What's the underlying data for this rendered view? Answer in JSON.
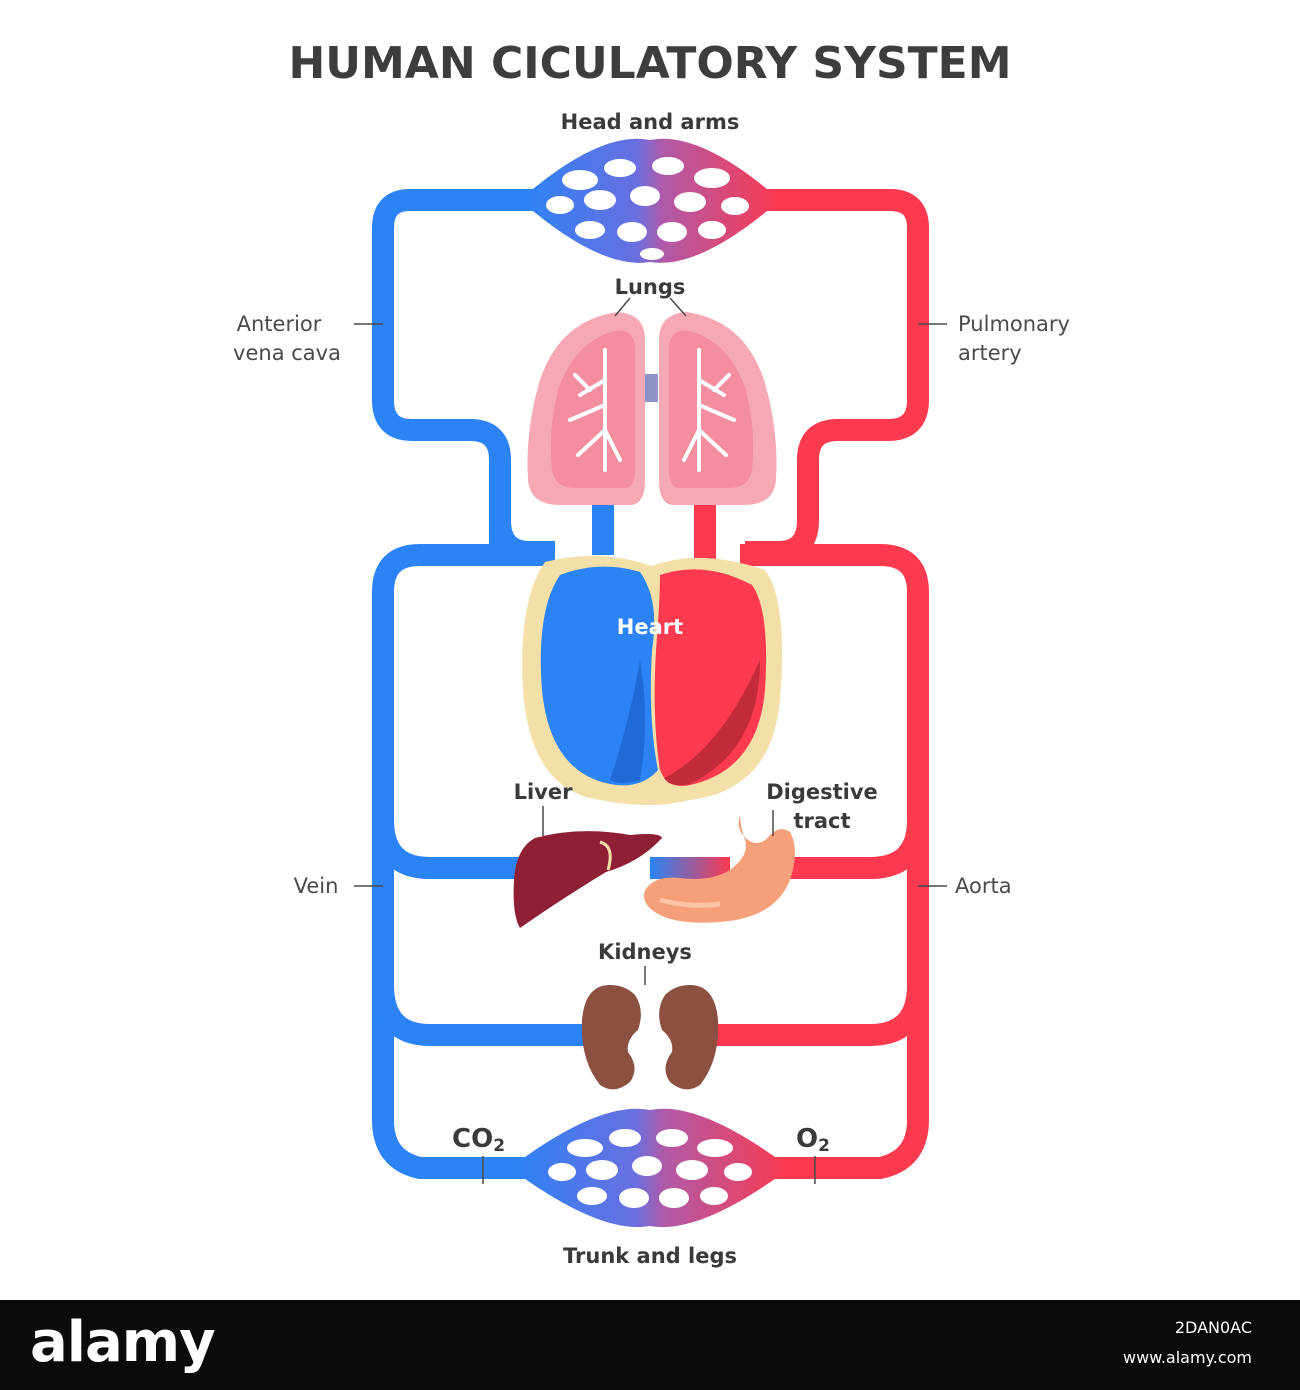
{
  "diagram": {
    "title": "HUMAN CICULATORY SYSTEM",
    "labels": {
      "head_arms": "Head and arms",
      "lungs": "Lungs",
      "anterior_vena_cava_1": "Anterior",
      "anterior_vena_cava_2": "vena cava",
      "pulmonary_artery_1": "Pulmonary",
      "pulmonary_artery_2": "artery",
      "heart": "Heart",
      "liver": "Liver",
      "digestive_1": "Digestive",
      "digestive_2": "tract",
      "vein": "Vein",
      "aorta": "Aorta",
      "kidneys": "Kidneys",
      "co2": "CO",
      "co2_sub": "2",
      "o2": "O",
      "o2_sub": "2",
      "trunk_legs": "Trunk and legs"
    },
    "colors": {
      "deoxygenated": "#2b83f6",
      "oxygenated": "#fb3a4f",
      "lungs": "#f6a9b4",
      "liver": "#8e1f35",
      "stomach": "#f5a07a",
      "kidneys": "#8c5040",
      "heart_outline": "#f3dfa8"
    }
  },
  "footer": {
    "logo": "alamy",
    "image_id": "2DAN0AC",
    "url": "www.alamy.com"
  }
}
